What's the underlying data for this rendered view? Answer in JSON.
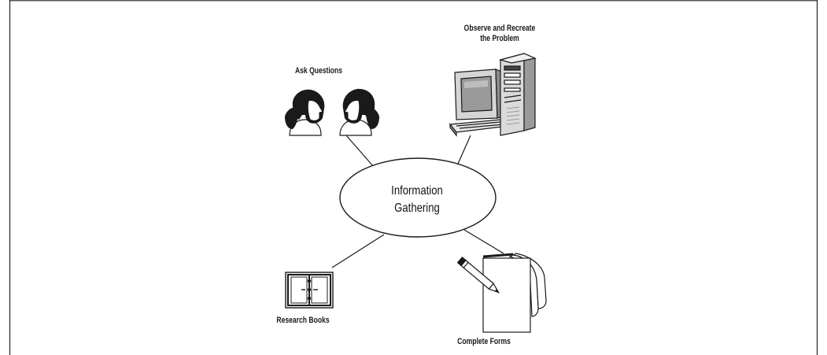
{
  "diagram": {
    "center": {
      "line1": "Information",
      "line2": "Gathering"
    },
    "nodes": {
      "observe": {
        "line1": "Observe and Recreate",
        "line2": "the Problem",
        "icon": "computer-tower-icon"
      },
      "ask": {
        "label": "Ask Questions",
        "icon": "two-people-talking-icon"
      },
      "research": {
        "label": "Research Books",
        "icon": "binder-book-icon"
      },
      "forms": {
        "label": "Complete Forms",
        "icon": "pencil-notepad-icon"
      }
    },
    "colors": {
      "stroke": "#1a1a1a",
      "monitor_screen": "#9a9a9a",
      "tower": "#d9d9d9"
    }
  }
}
